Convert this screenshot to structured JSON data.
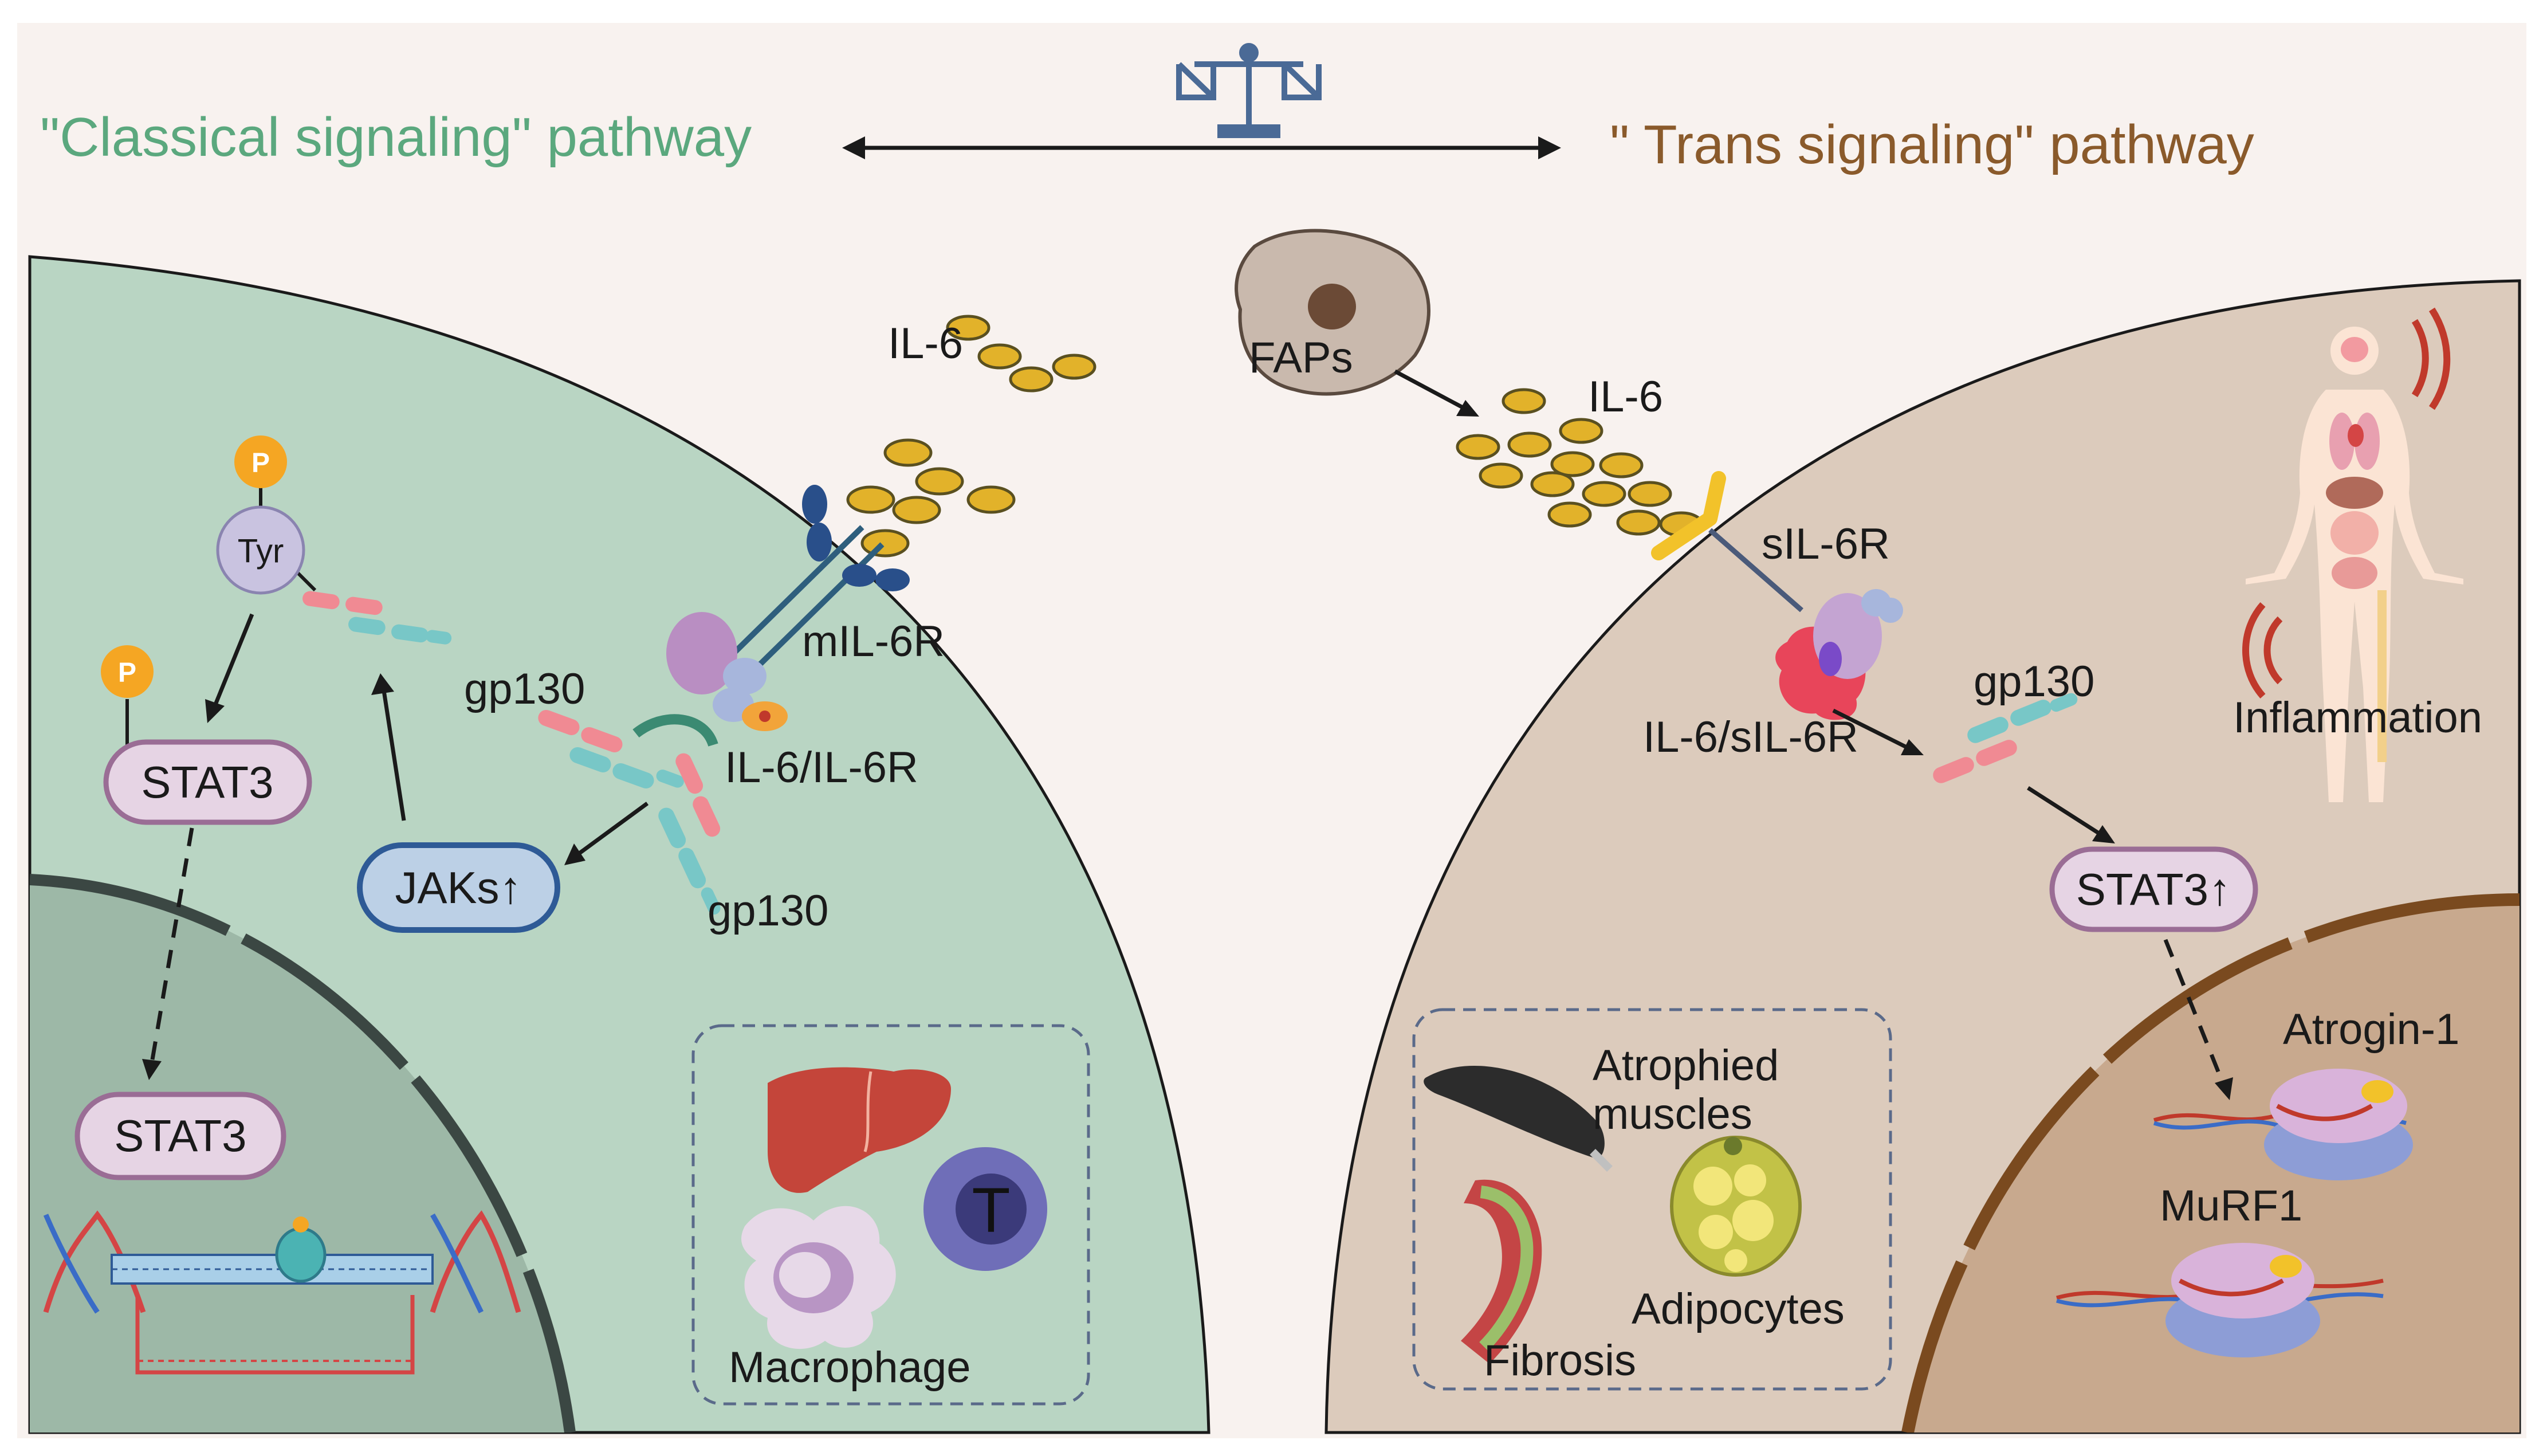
{
  "header": {
    "left_title": "\"Classical signaling\" pathway",
    "right_title": "\" Trans signaling\" pathway",
    "balance_icon": "balance-scale-icon"
  },
  "colors": {
    "classical_title": "#5ba87e",
    "trans_title": "#8a5a2b",
    "background": "#f8f2ef",
    "classical_cell": "#b9d5c3",
    "nucleus_left": "#9db8a7",
    "trans_cell": "#dccbbc",
    "nucleus_right": "#c8a98e",
    "il6_particle": "#e2b22a"
  },
  "classical": {
    "il6": "IL-6",
    "mil6r": "mIL-6R",
    "gp130_top": "gp130",
    "gp130_bottom": "gp130",
    "complex": "IL-6/IL-6R",
    "tyr": "Tyr",
    "phospho": "P",
    "stat3_cyto": "STAT3",
    "jaks": "JAKs↑",
    "stat3_nuc": "STAT3",
    "cells_box": {
      "liver_icon": "liver-icon",
      "t_cell_label": "T",
      "macrophage": "Macrophage"
    }
  },
  "trans": {
    "faps": "FAPs",
    "il6": "IL-6",
    "sil6r": "sIL-6R",
    "complex": "IL-6/sIL-6R",
    "gp130": "gp130",
    "stat3": "STAT3↑",
    "inflammation": "Inflammation",
    "atrogin": "Atrogin-1",
    "murf1": "MuRF1",
    "outcomes": {
      "atrophied_line1": "Atrophied",
      "atrophied_line2": "muscles",
      "adipocytes": "Adipocytes",
      "fibrosis": "Fibrosis"
    }
  }
}
